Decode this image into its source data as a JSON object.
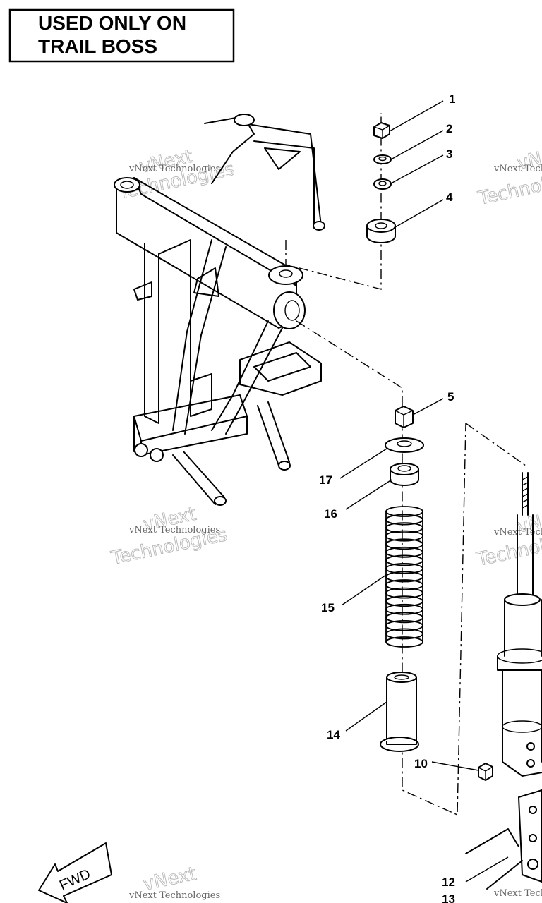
{
  "header": {
    "line1": "USED ONLY ON",
    "line2": "TRAIL BOSS"
  },
  "callouts": [
    {
      "id": "1",
      "label": "1"
    },
    {
      "id": "2",
      "label": "2"
    },
    {
      "id": "3",
      "label": "3"
    },
    {
      "id": "4",
      "label": "4"
    },
    {
      "id": "5",
      "label": "5"
    },
    {
      "id": "17",
      "label": "17"
    },
    {
      "id": "16",
      "label": "16"
    },
    {
      "id": "15",
      "label": "15"
    },
    {
      "id": "14",
      "label": "14"
    },
    {
      "id": "10",
      "label": "10"
    },
    {
      "id": "12",
      "label": "12"
    },
    {
      "id": "13",
      "label": "13"
    }
  ],
  "watermark": {
    "line1": "vNext Technologies",
    "line2": "Technologies",
    "line3": "vNext"
  },
  "direction_label": "FWD"
}
